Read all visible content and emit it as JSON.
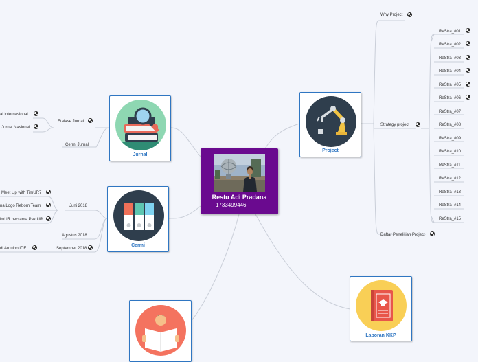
{
  "central": {
    "name": "Restu Adi Pradana",
    "id": "1733499446"
  },
  "project": {
    "title": "Project",
    "why": "Why Project",
    "strategy": "Strategy project",
    "restra": [
      "ReStra_#01",
      "ReStra_#02",
      "ReStra_#03",
      "ReStra_#04",
      "ReStra_#05",
      "ReStra_#06",
      "ReStra_#07",
      "ReStra_#08",
      "ReStra_#09",
      "ReStra_#10",
      "ReStra_#11",
      "ReStra_#12",
      "ReStra_#13",
      "ReStra_#14",
      "ReStra_#15"
    ],
    "daftar": "Daftar Penelitian Project"
  },
  "jurnal": {
    "title": "Jurnal",
    "etalase": "Etalase Jurnal",
    "internasional": "al Internasional",
    "nasional": "Jurnal Nasional",
    "cermin": "Cermi Jurnal"
  },
  "cermi": {
    "title": "Cermi",
    "juni": "Juni 2018",
    "juni_items": [
      "Meet Up with TimUR7",
      "na Logo Reborn Team",
      "imUR bersama Pak UR"
    ],
    "agustus": "Agustus 2018",
    "september": "September 2018",
    "september_item": "di Arduino IDE"
  },
  "laporan": {
    "title": "Laporan KKP"
  },
  "colors": {
    "accent": "#2f76c2",
    "central": "#6a0a8f",
    "line": "#c6ccd6"
  }
}
